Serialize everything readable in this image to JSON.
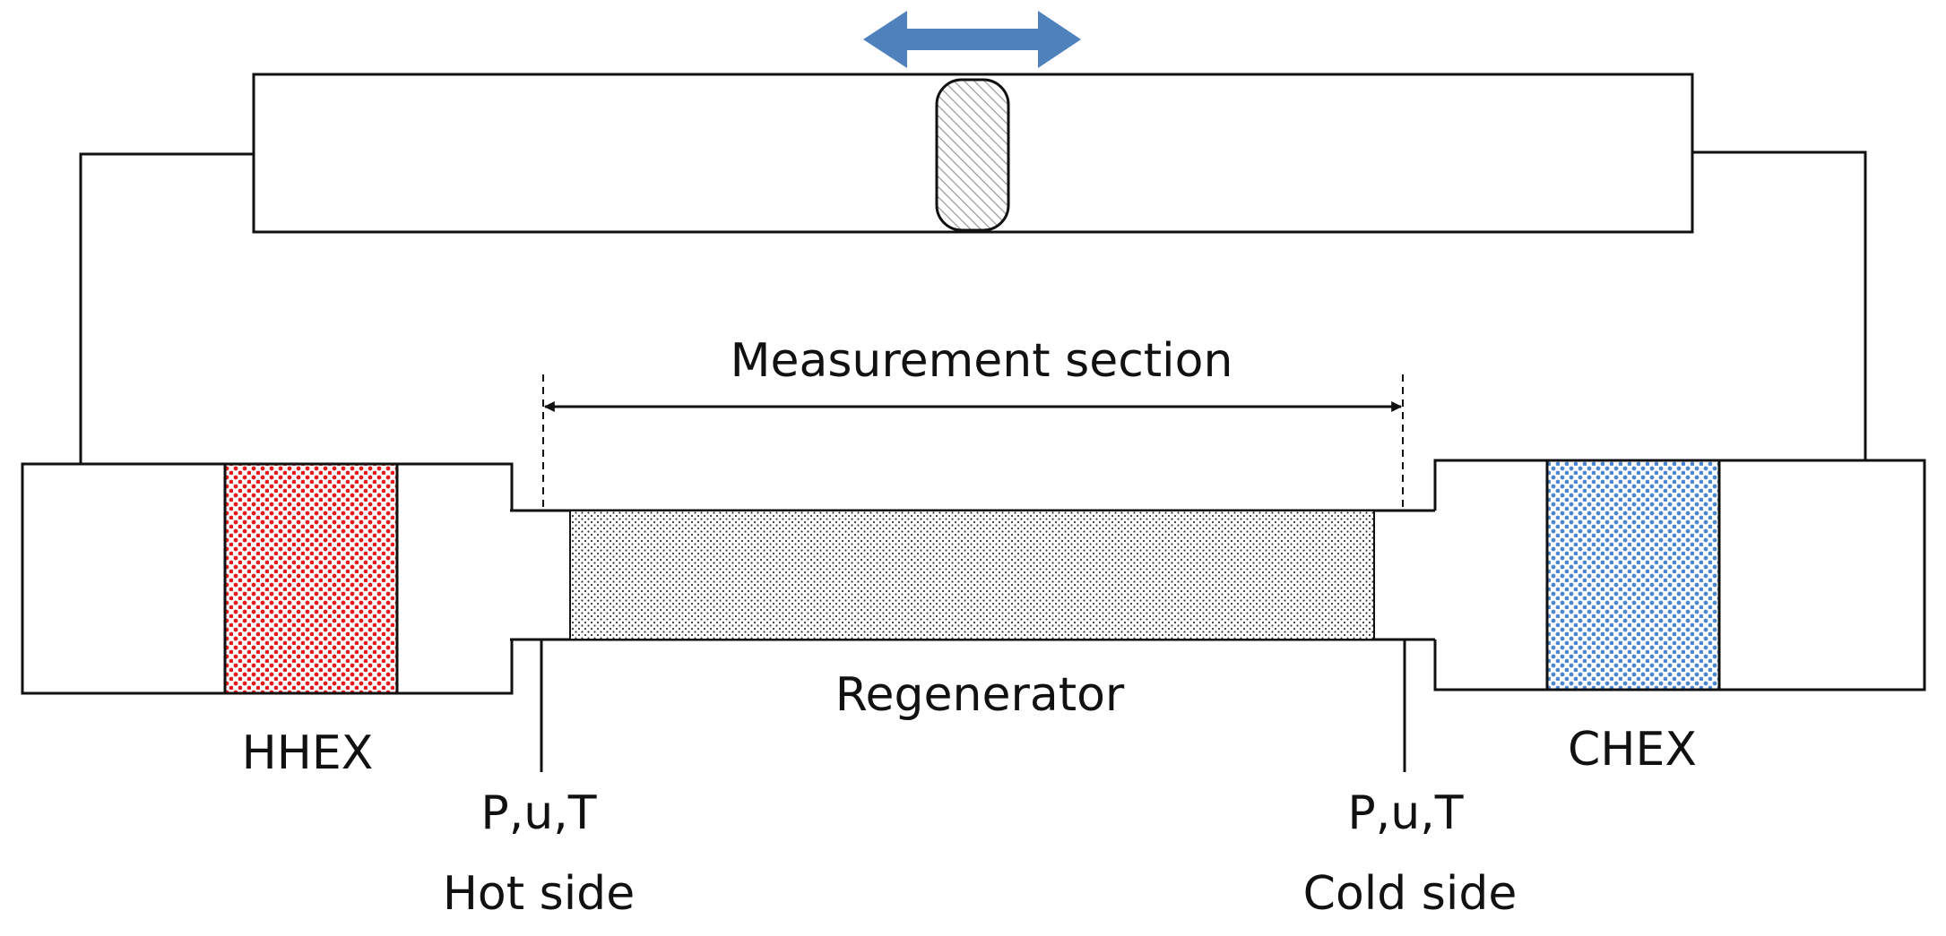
{
  "labels": {
    "measurement_section": "Measurement section",
    "regenerator": "Regenerator",
    "hhex": "HHEX",
    "chex": "CHEX",
    "probe_hot": "P,u,T",
    "probe_cold": "P,u,T",
    "hot_side": "Hot side",
    "cold_side": "Cold side"
  },
  "colors": {
    "hot_hex": "#e41b1b",
    "cold_hex": "#4a86d2",
    "motion_arrow": "#4f81bd",
    "regenerator_dots": "#333333",
    "piston_hatch": "#9a9a9a",
    "outline": "#111111"
  },
  "icons": {
    "motion_arrow": "double-headed-arrow-icon",
    "piston": "piston-icon"
  }
}
